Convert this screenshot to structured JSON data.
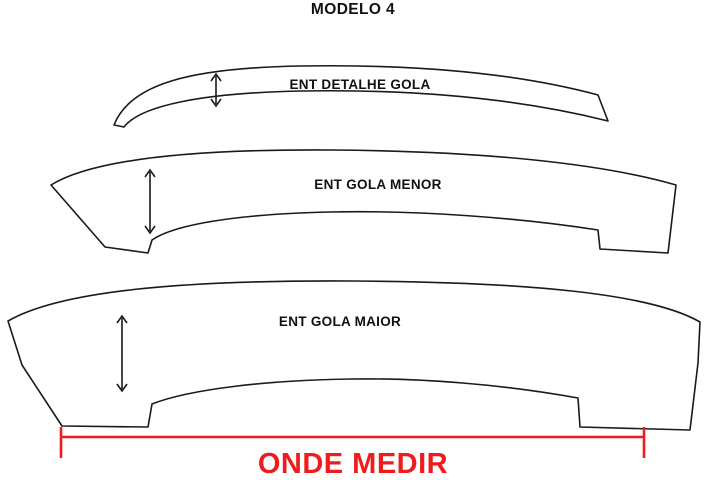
{
  "diagram": {
    "title": "MODELO 4",
    "pieces": [
      {
        "id": "detalhe-gola",
        "label": "ENT DETALHE GOLA"
      },
      {
        "id": "gola-menor",
        "label": "ENT GOLA MENOR"
      },
      {
        "id": "gola-maior",
        "label": "ENT GOLA MAIOR"
      }
    ],
    "measure": {
      "label": "ONDE MEDIR",
      "color": "#ee1c1c"
    },
    "colors": {
      "outline": "#1a1a1a",
      "text": "#111111",
      "measure": "#ee1c1c",
      "background": "#ffffff"
    },
    "annotations": [
      {
        "id": "arrow-detalhe-gola",
        "name": "height-arrow-detalhe-gola"
      },
      {
        "id": "arrow-gola-menor",
        "name": "height-arrow-gola-menor"
      },
      {
        "id": "arrow-gola-maior",
        "name": "height-arrow-gola-maior"
      }
    ]
  }
}
